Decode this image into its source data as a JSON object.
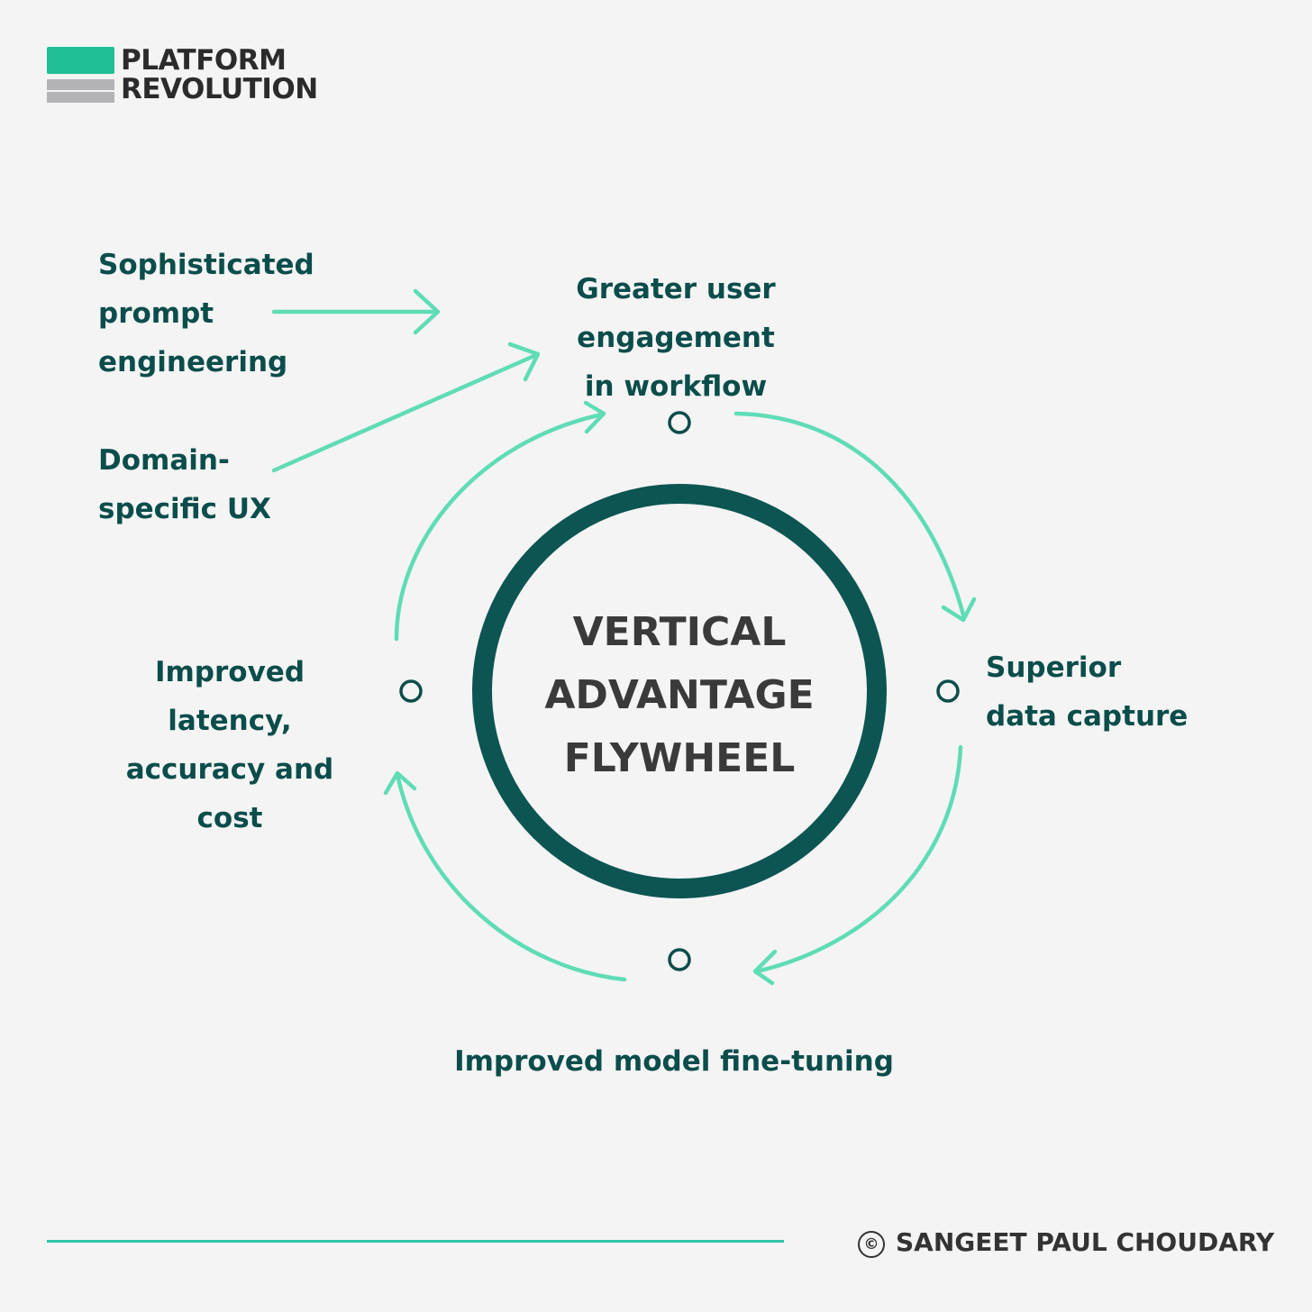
{
  "logo": {
    "line1": "PLATFORM",
    "line2": "REVOLUTION"
  },
  "inputs": {
    "prompt_engineering": "Sophisticated\nprompt\nengineering",
    "domain_ux": "Domain-\nspecific UX"
  },
  "cycle": {
    "engagement": "Greater user engagement\nin workflow",
    "data_capture": "Superior\ndata capture",
    "fine_tuning": "Improved model fine-tuning",
    "latency": "Improved latency,\naccuracy and cost"
  },
  "center": {
    "title": "VERTICAL\nADVANTAGE\nFLYWHEEL"
  },
  "footer": {
    "copyright_icon": "©",
    "author": "SANGEET PAUL CHOUDARY"
  },
  "colors": {
    "background": "#f4f4f4",
    "arrow": "#5fdcb5",
    "dark_teal": "#0b4d4b",
    "ring": "#0c5553",
    "logo_green": "#20bf94"
  }
}
